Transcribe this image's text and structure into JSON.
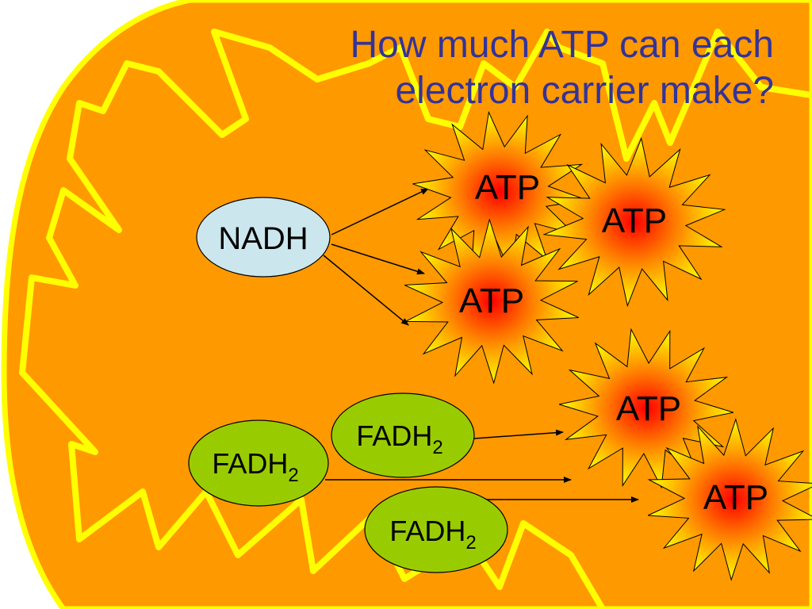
{
  "title": {
    "line1": "How much ATP can each",
    "line2": "electron carrier make?"
  },
  "carriers": {
    "nadh": "NADH",
    "fadh_base": "FADH",
    "fadh_sub": "2"
  },
  "atp_label": "ATP",
  "colors": {
    "mitochondrion_fill": "#ff9900",
    "membrane": "#ffff00",
    "nadh_fill": "#cce6ee",
    "fadh_fill": "#99cc00",
    "title": "#333399",
    "starburst_outer": "#ffff00",
    "starburst_inner": "#ff0000"
  }
}
